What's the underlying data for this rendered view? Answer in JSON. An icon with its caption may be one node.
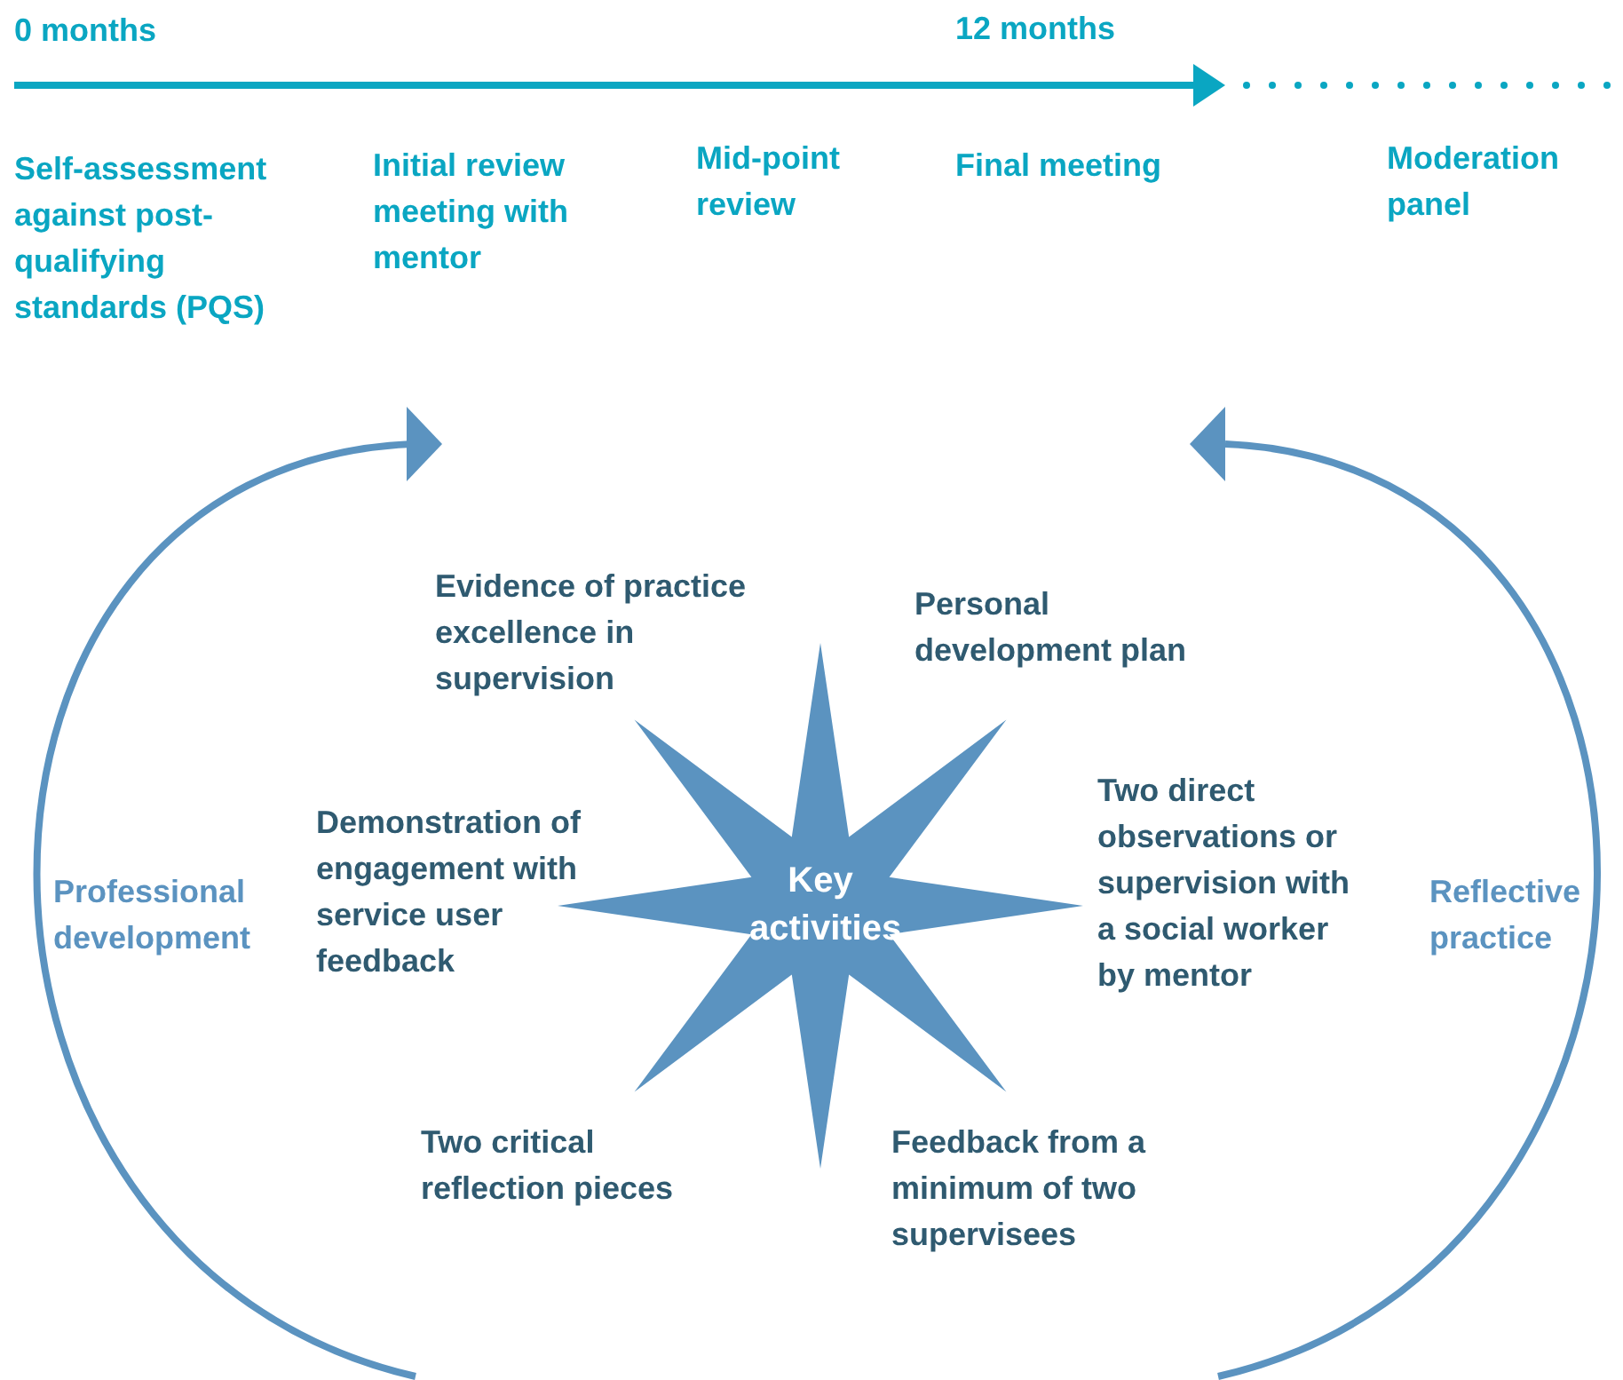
{
  "diagram": {
    "nodes": [
      {
        "text": [
          "Key activities"
        ]
      }
    ],
    "edges": [],
    "labels": [
      "0 months",
      "12 months",
      "Self-assessment against post-qualifying standards (PQS)",
      "Initial review meeting with mentor",
      "Mid-point review",
      "Final meeting",
      "Moderation panel",
      "Evidence of practice excellence in supervision",
      "Personal development plan",
      "Demonstration of engagement with service user feedback",
      "Two direct observations or supervision with a social worker by mentor",
      "Professional development",
      "Reflective practice",
      "Two critical reflection pieces",
      "Feedback from a minimum of two supervisees"
    ]
  }
}
